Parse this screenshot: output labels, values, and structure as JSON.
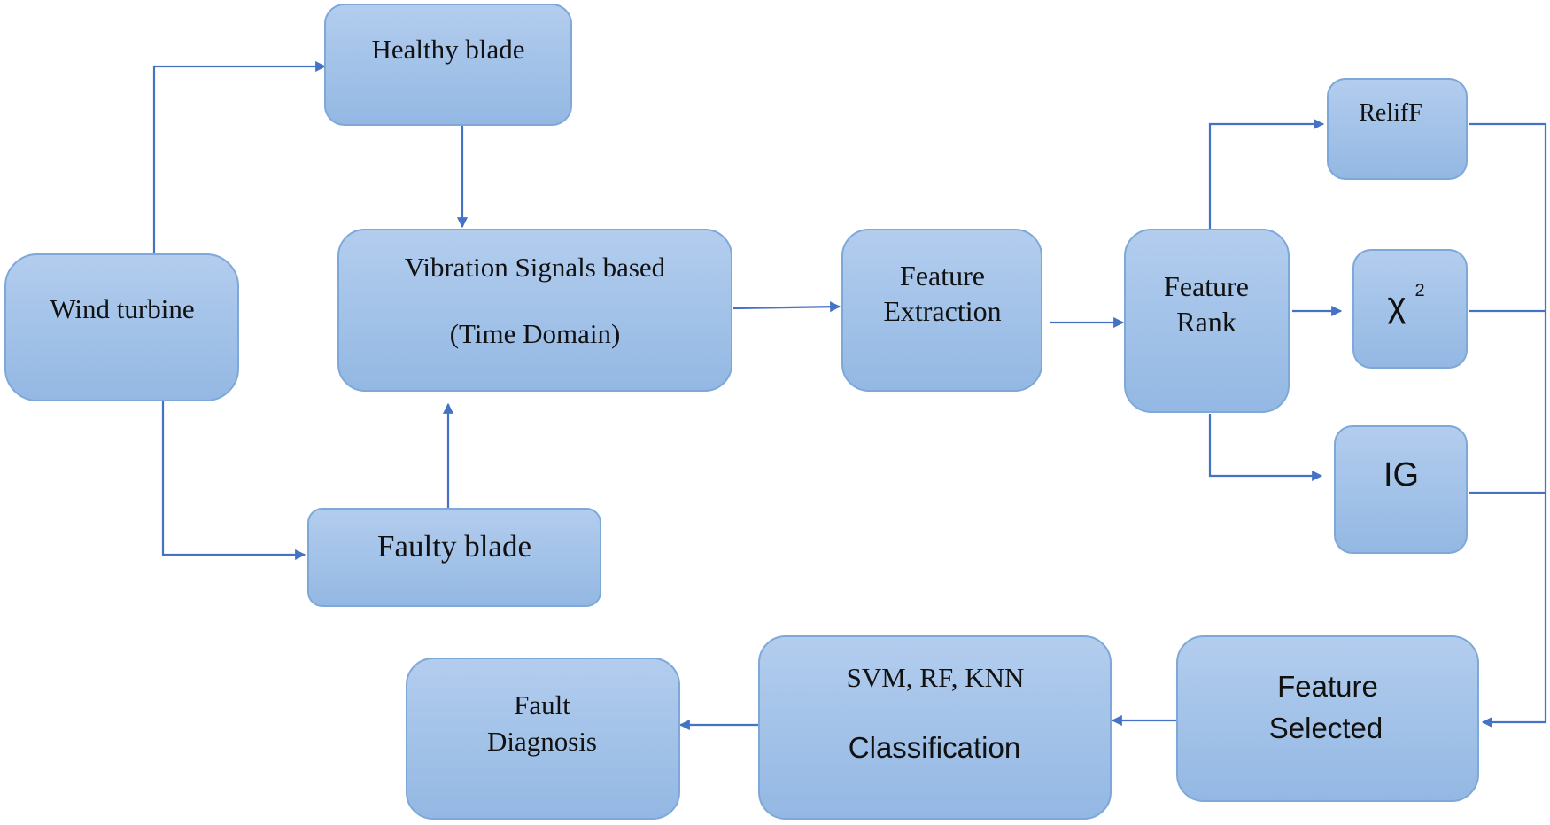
{
  "nodes": {
    "wind_turbine": "Wind turbine",
    "healthy_blade": "Healthy blade",
    "faulty_blade": "Faulty blade",
    "vibration_line1": "Vibration Signals based",
    "vibration_line2": "(Time Domain)",
    "feature_extraction_line1": "Feature",
    "feature_extraction_line2": "Extraction",
    "feature_rank_line1": "Feature",
    "feature_rank_line2": "Rank",
    "relieff": "RelifF",
    "chi_square_base": "χ",
    "chi_square_exp": "2",
    "ig": "IG",
    "feature_selected_line1": "Feature",
    "feature_selected_line2": "Selected",
    "classifiers": "SVM, RF, KNN",
    "classification": "Classification",
    "fault_diagnosis_line1": "Fault",
    "fault_diagnosis_line2": "Diagnosis"
  },
  "colors": {
    "box_top": "#b3cdee",
    "box_bottom": "#93b8e3",
    "box_border": "#7ea8d8",
    "arrow": "#4472c4"
  }
}
